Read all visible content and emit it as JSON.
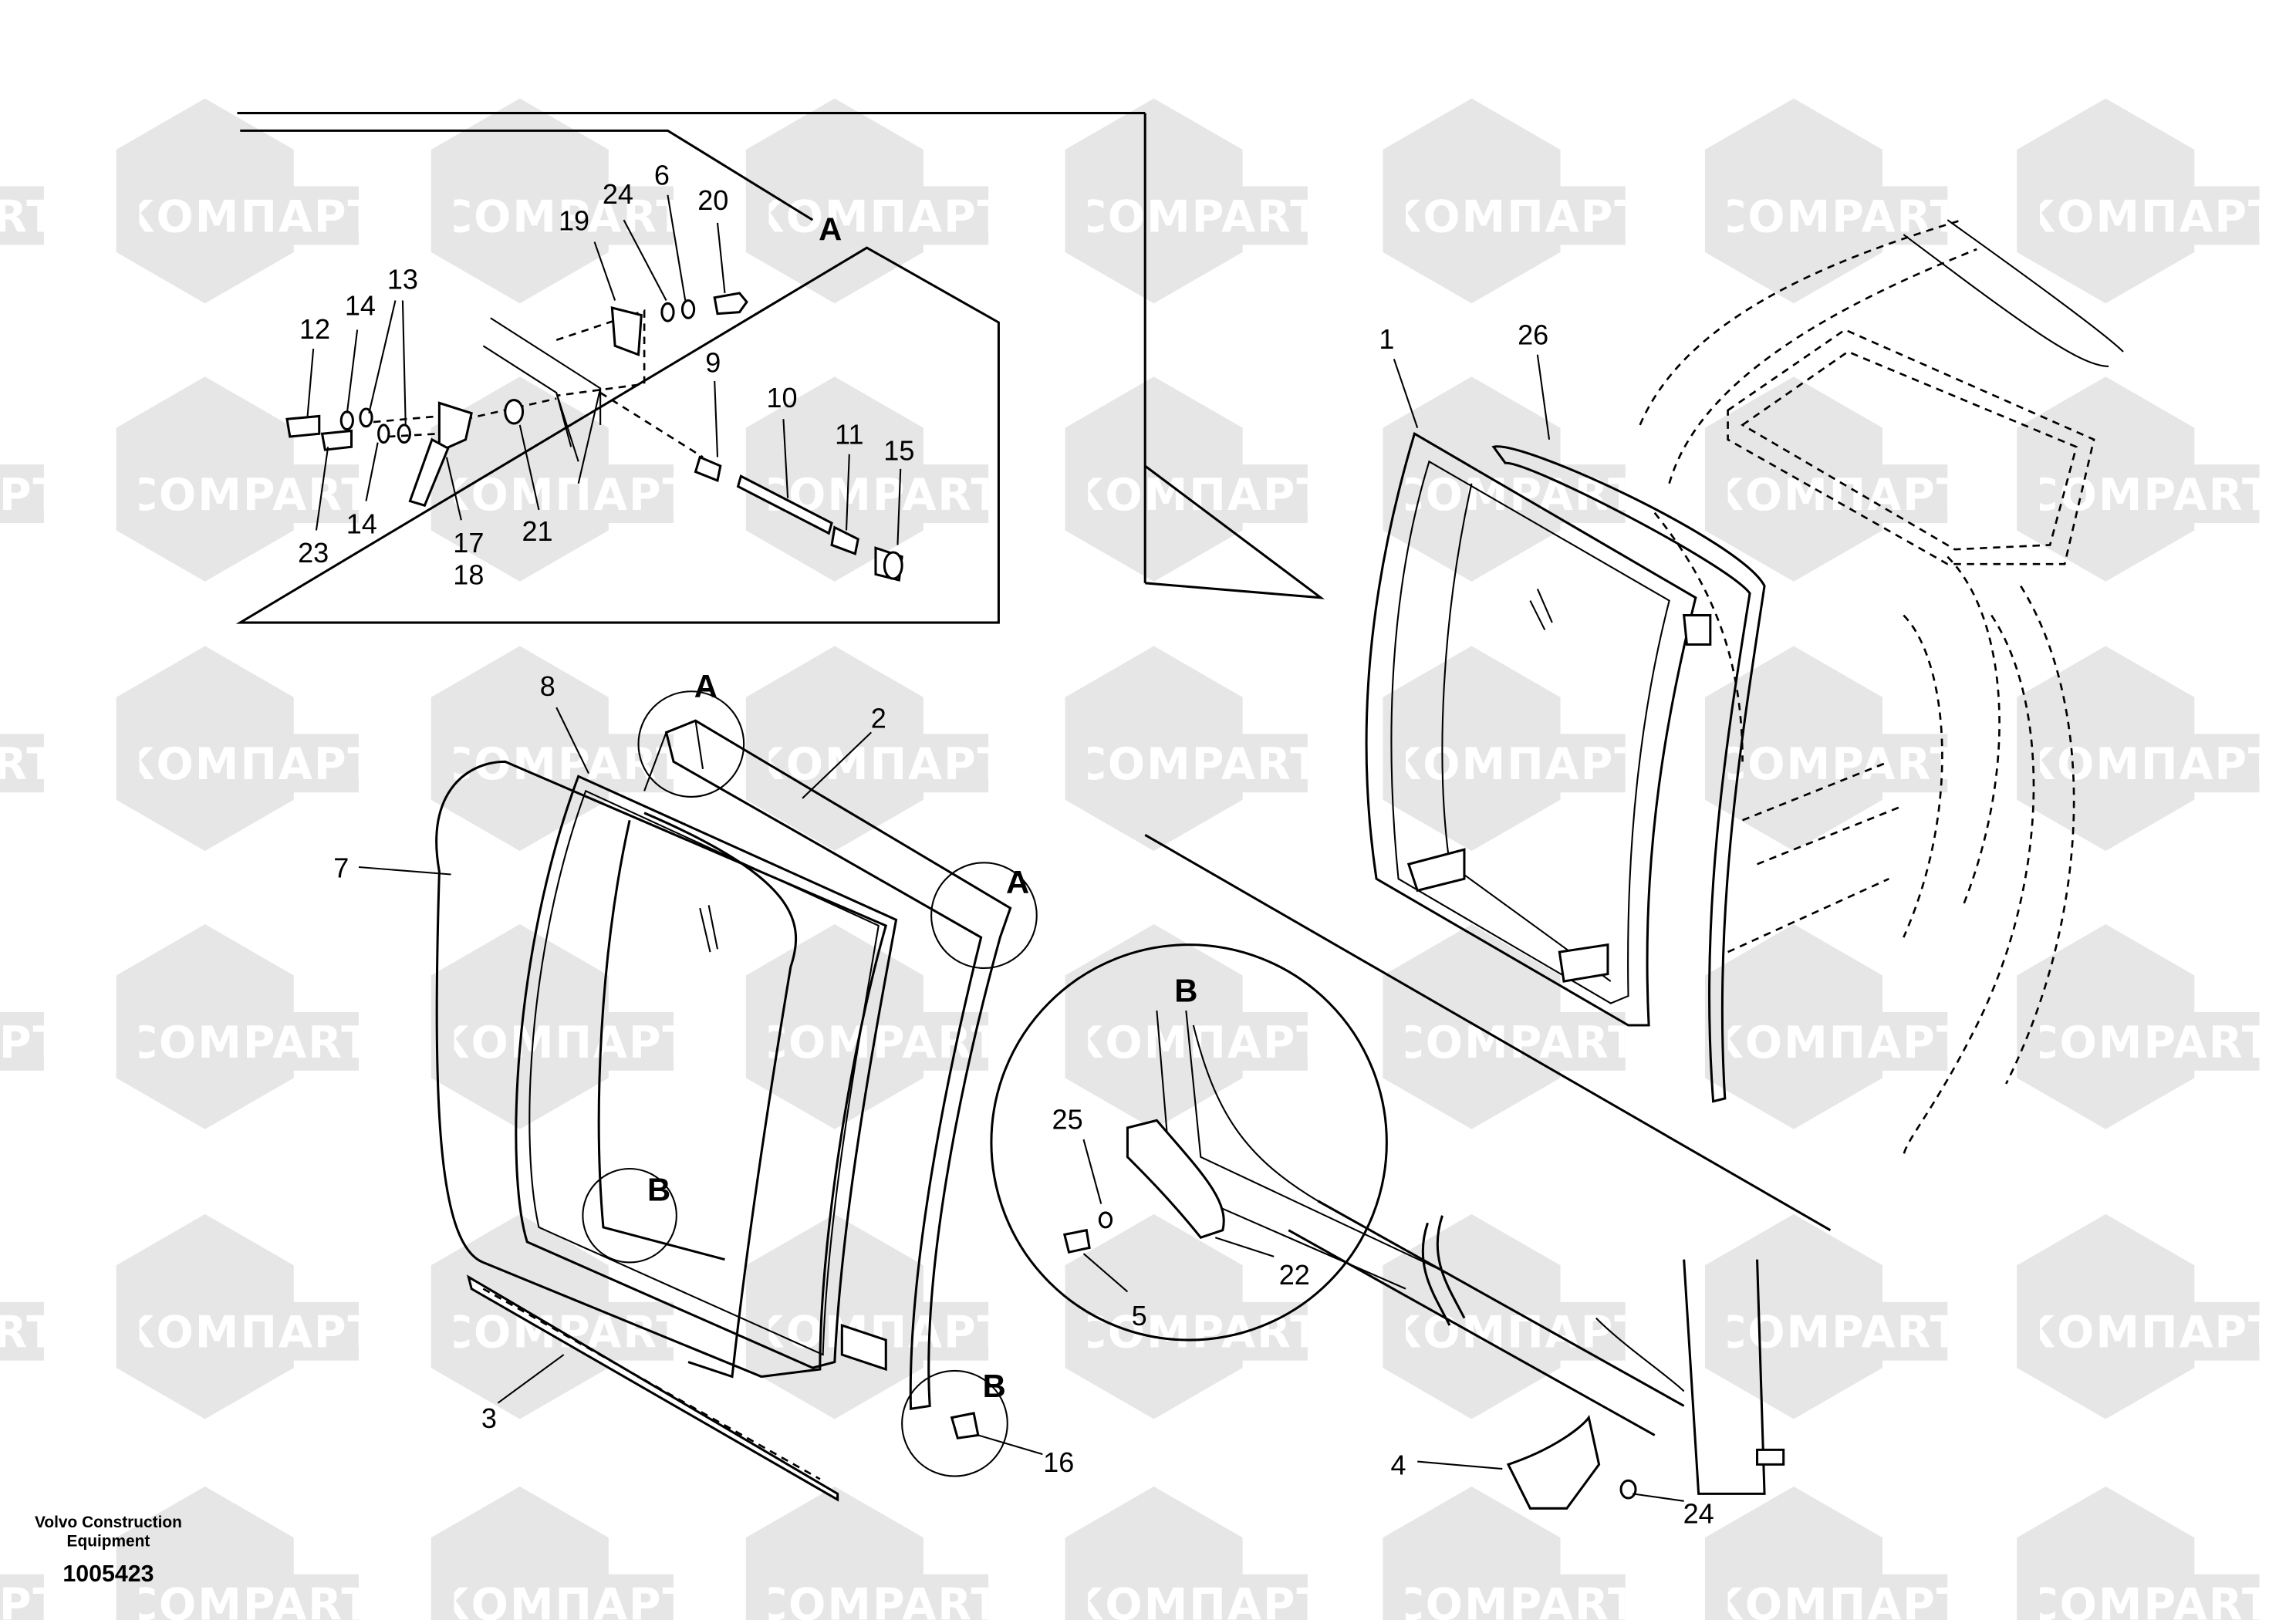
{
  "watermark": {
    "latin": "COMPART",
    "cyrillic": "КОМПАРТ"
  },
  "footer": {
    "company_line1": "Volvo Construction",
    "company_line2": "Equipment",
    "drawing_number": "1005423"
  },
  "inset_callouts": {
    "c19": "19",
    "c24": "24",
    "c6": "6",
    "c20": "20",
    "detail": "A",
    "c13": "13",
    "c14a": "14",
    "c12": "12",
    "c9": "9",
    "c10": "10",
    "c11": "11",
    "c15": "15",
    "c23": "23",
    "c14b": "14",
    "c17": "17",
    "c18": "18",
    "c21": "21"
  },
  "main_callouts": {
    "c1": "1",
    "c26": "26",
    "c8": "8",
    "detailA1": "A",
    "c2": "2",
    "c7": "7",
    "detailA2": "A",
    "detailB1": "B",
    "detailB2": "B",
    "c3": "3",
    "c16": "16",
    "detailB3": "B",
    "c25": "25",
    "c5": "5",
    "c22": "22",
    "c4": "4",
    "c24": "24"
  }
}
